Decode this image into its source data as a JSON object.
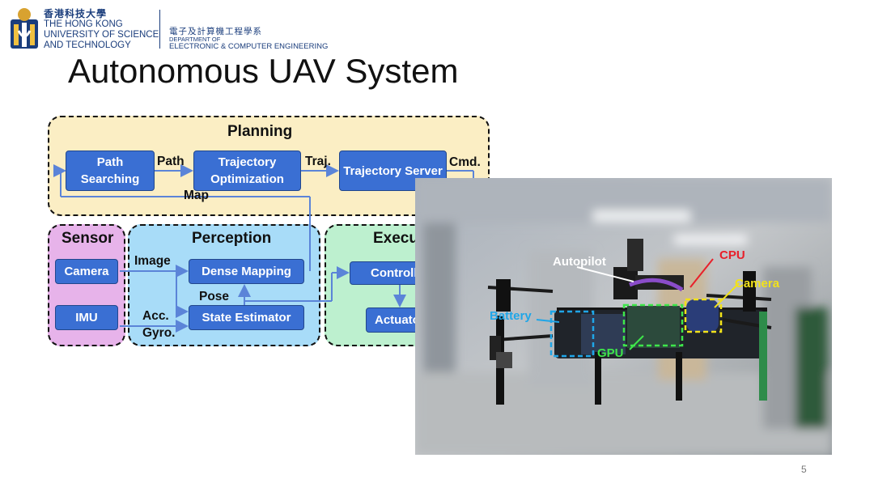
{
  "header": {
    "university_cn": "香港科技大學",
    "university_en_1": "THE HONG KONG",
    "university_en_2": "UNIVERSITY OF SCIENCE",
    "university_en_3": "AND TECHNOLOGY",
    "dept_cn": "電子及計算機工程學系",
    "dept_en_1": "DEPARTMENT OF",
    "dept_en_2": "ELECTRONIC & COMPUTER ENGINEERING"
  },
  "slide": {
    "title": "Autonomous UAV System",
    "page_number": "5"
  },
  "diagram": {
    "zones": {
      "planning": "Planning",
      "sensor": "Sensor",
      "perception": "Perception",
      "execution": "Execu"
    },
    "blocks": {
      "path_searching": "Path Searching",
      "trajectory_optimization": "Trajectory Optimization",
      "trajectory_server": "Trajectory Server",
      "camera": "Camera",
      "imu": "IMU",
      "dense_mapping": "Dense Mapping",
      "state_estimator": "State Estimator",
      "controller": "Controll",
      "actuator": "Actuato"
    },
    "edge_labels": {
      "path": "Path",
      "traj": "Traj.",
      "cmd": "Cmd.",
      "map": "Map",
      "image": "Image",
      "pose": "Pose",
      "acc": "Acc.",
      "gyro": "Gyro."
    }
  },
  "photo": {
    "labels": {
      "autopilot": "Autopilot",
      "cpu": "CPU",
      "camera": "Camera",
      "battery": "Battery",
      "gpu": "GPU"
    },
    "colors": {
      "autopilot": "#ffffff",
      "cpu": "#e8202a",
      "camera": "#f2e21a",
      "battery": "#1fa6e8",
      "gpu": "#3ee64a"
    }
  },
  "colors": {
    "planning_bg": "#fbeec4",
    "sensor_bg": "#e7b3ea",
    "perception_bg": "#a8dcf8",
    "execution_bg": "#bdf0cf",
    "block": "#3a6fd3",
    "arrow": "#5b84d8"
  }
}
